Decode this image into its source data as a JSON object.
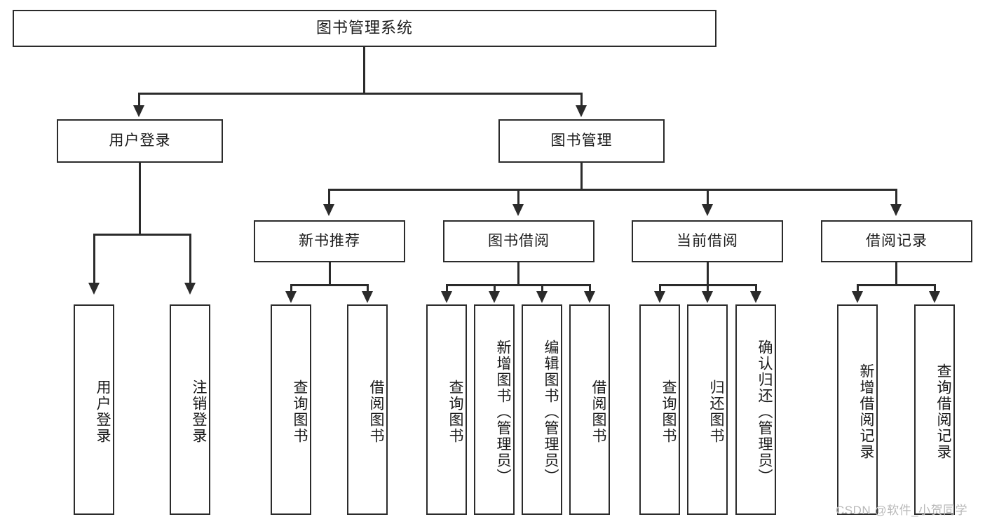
{
  "diagram": {
    "type": "tree-hierarchy-flowchart",
    "title": "图书管理系统",
    "root": {
      "label": "图书管理系统"
    },
    "level2": [
      {
        "id": "user-login",
        "label": "用户登录"
      },
      {
        "id": "book-management",
        "label": "图书管理"
      }
    ],
    "level3": [
      {
        "id": "new-book-recommend",
        "label": "新书推荐",
        "parent": "book-management"
      },
      {
        "id": "book-borrow",
        "label": "图书借阅",
        "parent": "book-management"
      },
      {
        "id": "current-borrow",
        "label": "当前借阅",
        "parent": "book-management"
      },
      {
        "id": "borrow-record",
        "label": "借阅记录",
        "parent": "book-management"
      }
    ],
    "leaves": {
      "user-login": [
        {
          "id": "leaf-user-login",
          "label": "用户登录"
        },
        {
          "id": "leaf-logout-login",
          "label": "注销登录"
        }
      ],
      "new-book-recommend": [
        {
          "id": "leaf-query-book-1",
          "label": "查询图书"
        },
        {
          "id": "leaf-borrow-book-1",
          "label": "借阅图书"
        }
      ],
      "book-borrow": [
        {
          "id": "leaf-query-book-2",
          "label": "查询图书"
        },
        {
          "id": "leaf-add-book",
          "label": "新增图书（管理员）"
        },
        {
          "id": "leaf-edit-book",
          "label": "编辑图书（管理员）"
        },
        {
          "id": "leaf-borrow-book-2",
          "label": "借阅图书"
        }
      ],
      "current-borrow": [
        {
          "id": "leaf-query-book-3",
          "label": "查询图书"
        },
        {
          "id": "leaf-return-book",
          "label": "归还图书"
        },
        {
          "id": "leaf-confirm-return",
          "label": "确认归还（管理员）"
        }
      ],
      "borrow-record": [
        {
          "id": "leaf-add-record",
          "label": "新增借阅记录"
        },
        {
          "id": "leaf-query-record",
          "label": "查询借阅记录"
        }
      ]
    }
  },
  "watermark": {
    "text": "CSDN @软件_小贺同学"
  },
  "colors": {
    "stroke": "#2b2b2b",
    "fill": "#ffffff",
    "text": "#1a1a1a",
    "watermark": "#b9b9b9"
  }
}
